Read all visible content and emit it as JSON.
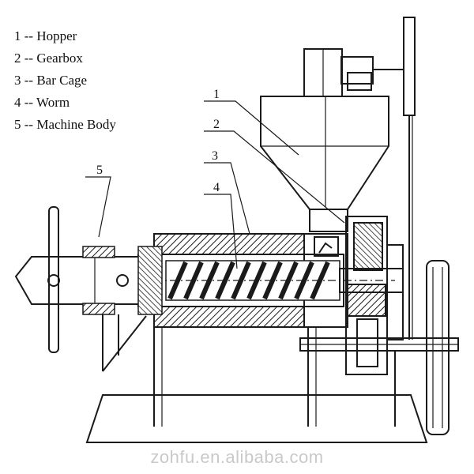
{
  "legend": {
    "items": [
      "1 -- Hopper",
      "2 -- Gearbox",
      "3 -- Bar Cage",
      "4 -- Worm",
      "5 -- Machine Body"
    ]
  },
  "callouts": {
    "c1": "1",
    "c2": "2",
    "c3": "3",
    "c4": "4",
    "c5": "5"
  },
  "watermark": "zohfu.en.alibaba.com"
}
